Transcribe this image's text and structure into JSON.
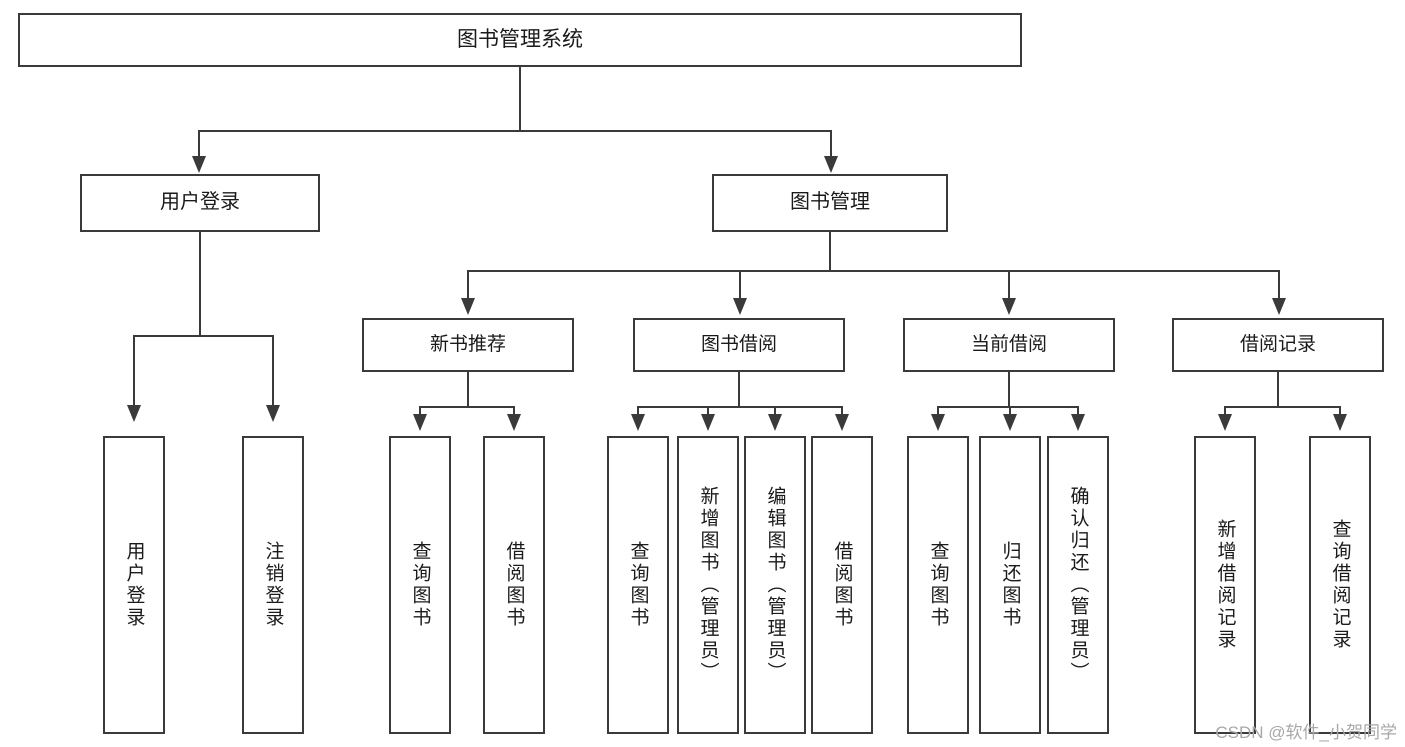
{
  "diagram": {
    "title": "图书管理系统",
    "type": "hierarchy-tree",
    "watermark": "CSDN @软件_小贺同学",
    "colors": {
      "stroke": "#3a3a3a",
      "fill": "#ffffff",
      "watermark": "#a8a8a8"
    },
    "root": {
      "label": "图书管理系统"
    },
    "level2": [
      {
        "label": "用户登录"
      },
      {
        "label": "图书管理"
      }
    ],
    "level3": [
      {
        "label": "新书推荐"
      },
      {
        "label": "图书借阅"
      },
      {
        "label": "当前借阅"
      },
      {
        "label": "借阅记录"
      }
    ],
    "leaves": {
      "user_login": [
        {
          "label": "用户登录"
        },
        {
          "label": "注销登录"
        }
      ],
      "new_book_recommend": [
        {
          "label": "查询图书"
        },
        {
          "label": "借阅图书"
        }
      ],
      "book_borrow": [
        {
          "label": "查询图书"
        },
        {
          "label": "新增图书（管理员）"
        },
        {
          "label": "编辑图书（管理员）"
        },
        {
          "label": "借阅图书"
        }
      ],
      "current_borrow": [
        {
          "label": "查询图书"
        },
        {
          "label": "归还图书"
        },
        {
          "label": "确认归还（管理员）"
        }
      ],
      "borrow_record": [
        {
          "label": "新增借阅记录"
        },
        {
          "label": "查询借阅记录"
        }
      ]
    }
  }
}
